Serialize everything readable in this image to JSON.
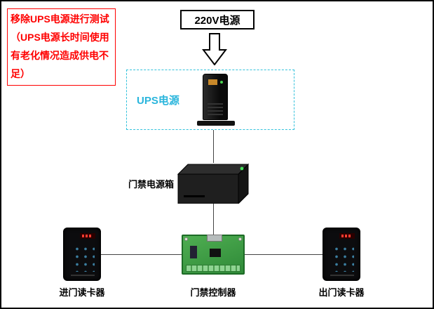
{
  "diagram": {
    "note": "移除UPS电源进行测试（UPS电源长时间使用有老化情况造成供电不足）",
    "power_source_label": "220V电源",
    "ups_label": "UPS电源",
    "power_box_label": "门禁电源箱",
    "controller_label": "门禁控制器",
    "reader_in_label": "进门读卡器",
    "reader_out_label": "出门读卡器",
    "colors": {
      "note_red": "#ff0000",
      "ups_cyan": "#29b5dc",
      "line": "#444444",
      "pcb_green": "#3a9a42"
    }
  }
}
